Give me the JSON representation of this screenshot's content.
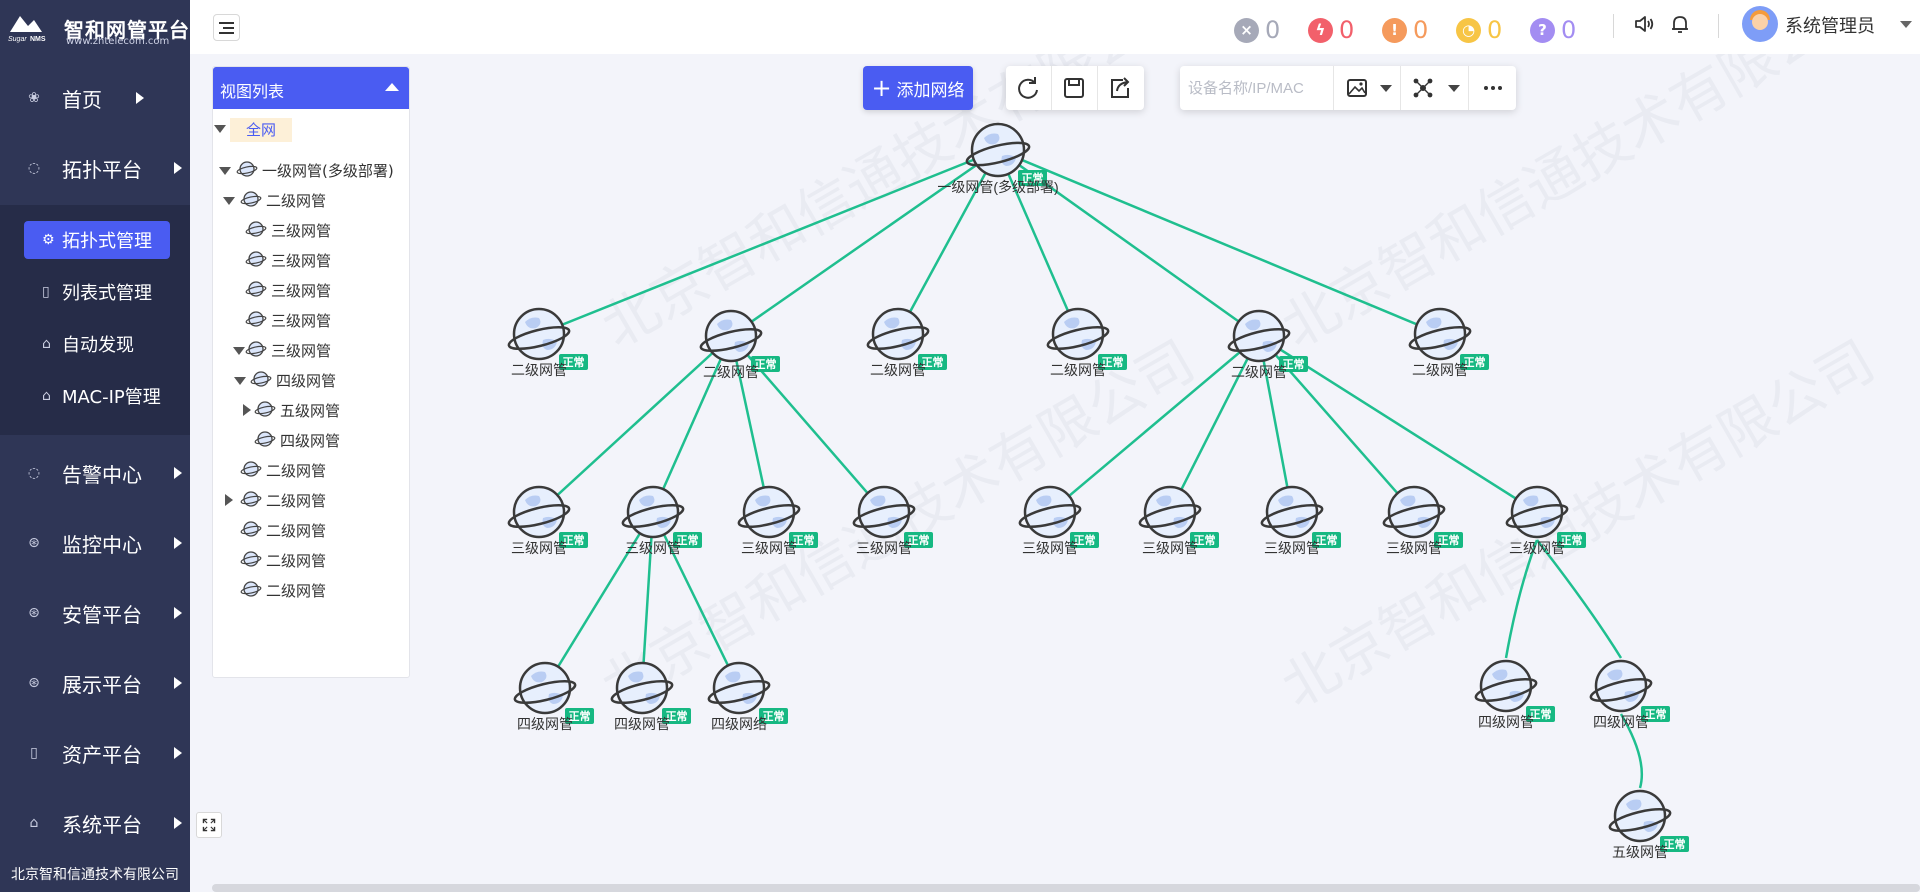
{
  "brand": {
    "name": "智和网管平台",
    "url": "www.zhtelecom.com",
    "logo_text": "Sugar NMS"
  },
  "nav": {
    "items": [
      {
        "label": "首页",
        "icon": "home-icon"
      },
      {
        "label": "拓扑平台",
        "icon": "topology-icon"
      },
      {
        "label": "告警中心",
        "icon": "alarm-icon"
      },
      {
        "label": "监控中心",
        "icon": "monitor-icon"
      },
      {
        "label": "安管平台",
        "icon": "security-icon"
      },
      {
        "label": "展示平台",
        "icon": "display-icon"
      },
      {
        "label": "资产平台",
        "icon": "asset-icon"
      },
      {
        "label": "系统平台",
        "icon": "system-icon"
      }
    ],
    "sub_items": [
      {
        "label": "拓扑式管理",
        "icon": "topology-manage-icon",
        "active": true
      },
      {
        "label": "列表式管理",
        "icon": "list-icon",
        "active": false
      },
      {
        "label": "自动发现",
        "icon": "discover-icon",
        "active": false
      },
      {
        "label": "MAC-IP管理",
        "icon": "mac-ip-icon",
        "active": false
      }
    ]
  },
  "company": "北京智和信通技术有限公司",
  "header": {
    "stats": [
      {
        "name": "critical",
        "symbol": "×",
        "value": "0",
        "color": "#a6a9b8"
      },
      {
        "name": "major",
        "symbol": "ϟ",
        "value": "0",
        "color": "#f2606b"
      },
      {
        "name": "minor",
        "symbol": "!",
        "value": "0",
        "color": "#f59a5c"
      },
      {
        "name": "warning",
        "symbol": "◔",
        "value": "0",
        "color": "#f7c545"
      },
      {
        "name": "unknown",
        "symbol": "?",
        "value": "0",
        "color": "#a38df2"
      }
    ],
    "user": "系统管理员"
  },
  "view_panel": {
    "title": "视图列表",
    "root": "全网",
    "tree": [
      {
        "label": "一级网管(多级部署)",
        "toggle": "open",
        "indent": 1
      },
      {
        "label": "二级网管",
        "toggle": "open",
        "indent": 2
      },
      {
        "label": "三级网管",
        "toggle": "none",
        "indent": 3
      },
      {
        "label": "三级网管",
        "toggle": "none",
        "indent": 3
      },
      {
        "label": "三级网管",
        "toggle": "none",
        "indent": 3
      },
      {
        "label": "三级网管",
        "toggle": "none",
        "indent": 3
      },
      {
        "label": "三级网管",
        "toggle": "open",
        "indent": 3
      },
      {
        "label": "四级网管",
        "toggle": "open",
        "indent": 4
      },
      {
        "label": "五级网管",
        "toggle": "closed",
        "indent": 5
      },
      {
        "label": "四级网管",
        "toggle": "none",
        "indent": 5
      },
      {
        "label": "二级网管",
        "toggle": "none",
        "indent": 2
      },
      {
        "label": "二级网管",
        "toggle": "closed",
        "indent": 2
      },
      {
        "label": "二级网管",
        "toggle": "none",
        "indent": 2
      },
      {
        "label": "二级网管",
        "toggle": "none",
        "indent": 2
      },
      {
        "label": "二级网管",
        "toggle": "none",
        "indent": 2
      }
    ]
  },
  "toolbar": {
    "add_network": "添加网络",
    "search_placeholder": "设备名称/IP/MAC",
    "buttons": [
      "refresh-icon",
      "save-icon",
      "export-icon",
      "image-icon",
      "layout-icon",
      "more-icon"
    ]
  },
  "status_label": "正常",
  "watermark": "北京智和信通技术有限公司",
  "topology": {
    "link_color": "#1fbf8f",
    "nodes": [
      {
        "id": "root",
        "label": "一级网管(多级部署)"
      },
      {
        "id": "a1",
        "label": "二级网管"
      },
      {
        "id": "a2",
        "label": "二级网管"
      },
      {
        "id": "a3",
        "label": "二级网管"
      },
      {
        "id": "a4",
        "label": "二级网管"
      },
      {
        "id": "a5",
        "label": "二级网管"
      },
      {
        "id": "a6",
        "label": "二级网管"
      },
      {
        "id": "b1",
        "label": "三级网管"
      },
      {
        "id": "b2",
        "label": "三级网管"
      },
      {
        "id": "b3",
        "label": "三级网管"
      },
      {
        "id": "b4",
        "label": "三级网管"
      },
      {
        "id": "b5",
        "label": "三级网管"
      },
      {
        "id": "b6",
        "label": "三级网管"
      },
      {
        "id": "b7",
        "label": "三级网管"
      },
      {
        "id": "b8",
        "label": "三级网管"
      },
      {
        "id": "b9",
        "label": "三级网管"
      },
      {
        "id": "c1",
        "label": "四级网管"
      },
      {
        "id": "c2",
        "label": "四级网管"
      },
      {
        "id": "c3",
        "label": "四级网络"
      },
      {
        "id": "c4",
        "label": "四级网管"
      },
      {
        "id": "c5",
        "label": "四级网管"
      },
      {
        "id": "d1",
        "label": "五级网管"
      }
    ],
    "links": [
      [
        "root",
        "a1"
      ],
      [
        "root",
        "a2"
      ],
      [
        "root",
        "a3"
      ],
      [
        "root",
        "a4"
      ],
      [
        "root",
        "a5"
      ],
      [
        "root",
        "a6"
      ],
      [
        "a2",
        "b1"
      ],
      [
        "a2",
        "b2"
      ],
      [
        "a2",
        "b3"
      ],
      [
        "a2",
        "b4"
      ],
      [
        "a5",
        "b5"
      ],
      [
        "a5",
        "b6"
      ],
      [
        "a5",
        "b7"
      ],
      [
        "a5",
        "b8"
      ],
      [
        "a5",
        "b9"
      ],
      [
        "b2",
        "c1"
      ],
      [
        "b2",
        "c2"
      ],
      [
        "b2",
        "c3"
      ],
      [
        "b9",
        "c4"
      ],
      [
        "b9",
        "c5"
      ],
      [
        "c5",
        "d1"
      ]
    ]
  }
}
